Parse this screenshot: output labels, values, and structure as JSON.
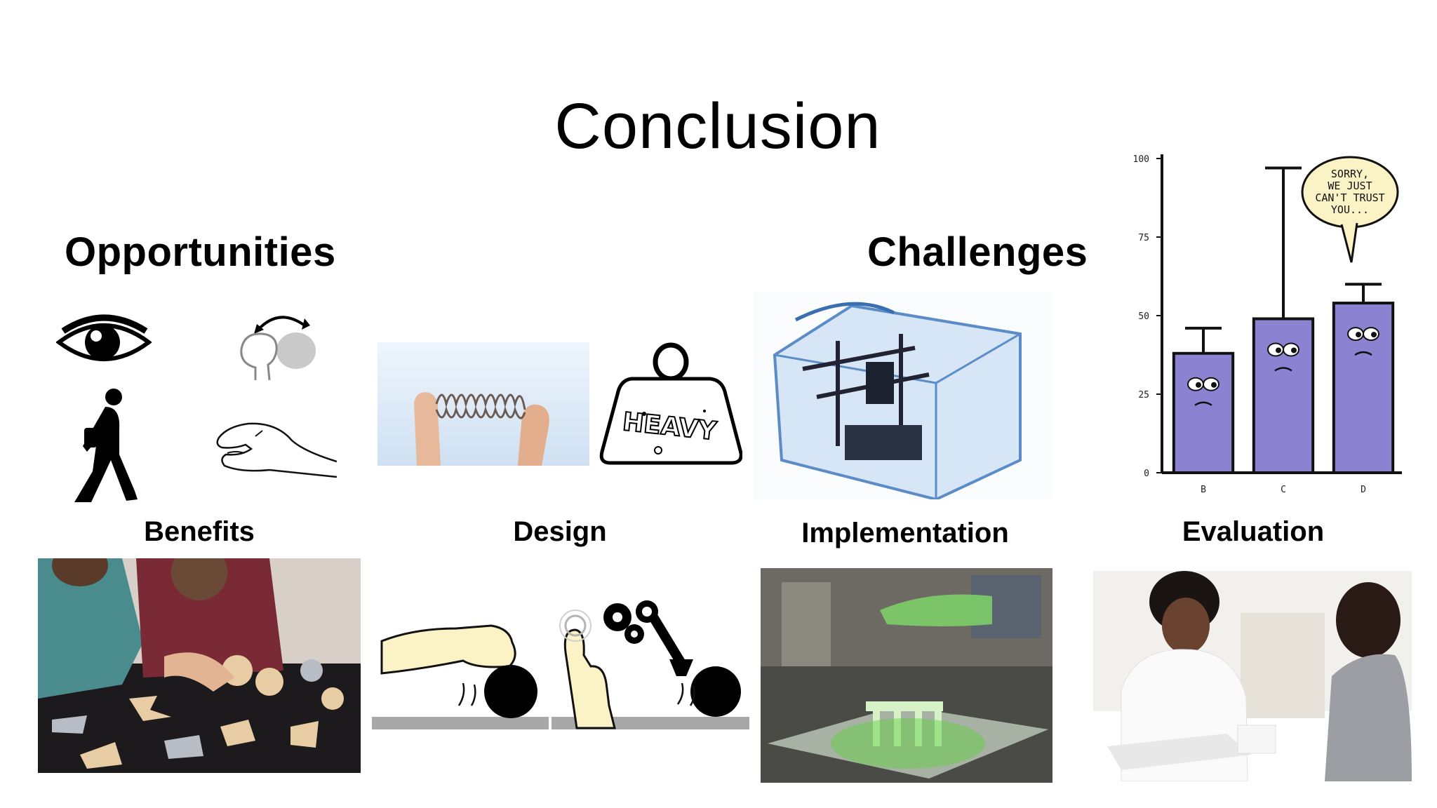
{
  "slide": {
    "title": "Conclusion",
    "headings": {
      "opportunities": "Opportunities",
      "challenges": "Challenges"
    },
    "labels": {
      "benefits": "Benefits",
      "design": "Design",
      "implementation": "Implementation",
      "evaluation": "Evaluation"
    },
    "heavy_weight_text": "HEAVY"
  },
  "comic_chart": {
    "speech_bubble": [
      "SORRY,",
      "WE JUST",
      "CAN'T TRUST",
      "YOU..."
    ]
  },
  "chart_data": {
    "type": "bar",
    "title": "",
    "xlabel": "",
    "ylabel": "",
    "categories": [
      "B",
      "C",
      "D"
    ],
    "values": [
      38,
      49,
      54
    ],
    "error_upper": [
      46,
      97,
      60
    ],
    "y_ticks": [
      "0",
      "25",
      "50",
      "75",
      "100"
    ],
    "ylim": [
      0,
      100
    ],
    "grid": false,
    "bar_color": "#8c82d2"
  }
}
